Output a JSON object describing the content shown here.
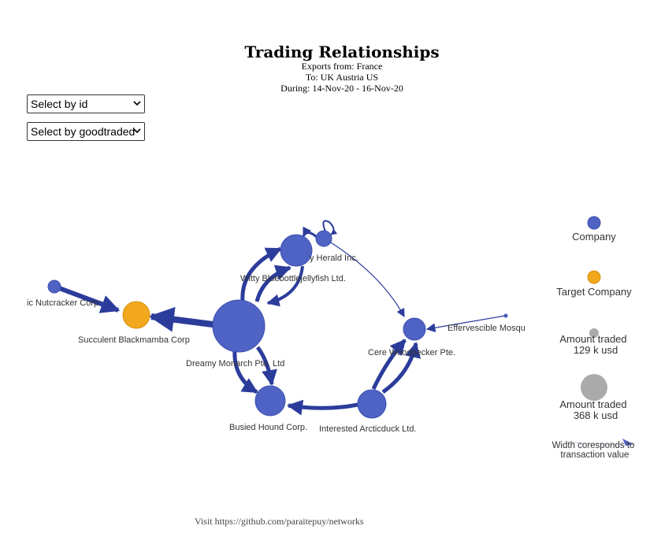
{
  "header": {
    "title": "Trading Relationships",
    "exports_from": "Exports from: France",
    "to": "To: UK Austria US",
    "during": "During: 14-Nov-20 - 16-Nov-20"
  },
  "controls": {
    "select_id": "Select by id",
    "select_goods": "Select by goodtraded"
  },
  "nodes": {
    "nutcracker": "ic Nutcracker Corp",
    "blackmamba": "Succulent Blackmamba Corp",
    "monarch": "Dreamy Monarch Pte. Ltd",
    "bottlejelly": "Witty Bluebottlejellyfish Ltd.",
    "herald": "y Herald Inc.",
    "hound": "Busied Hound Corp.",
    "arcticduck": "Interested Arcticduck Ltd.",
    "woodpecker": "Cere Woodpecker Pte.",
    "mosquito": "Effervescible Mosqu"
  },
  "legend": {
    "company": "Company",
    "target": "Target Company",
    "small_line1": "Amount traded",
    "small_line2": "129 k usd",
    "large_line1": "Amount traded",
    "large_line2": "368 k usd",
    "width_line1": "Width coresponds to",
    "width_line2": "transaction value",
    "colors": {
      "company": "#4f63c4",
      "target": "#f2a81c",
      "amount": "#aaaaaa",
      "edge": "#2b3c9b"
    }
  },
  "footer": "Visit https://github.com/paraitepuy/networks"
}
